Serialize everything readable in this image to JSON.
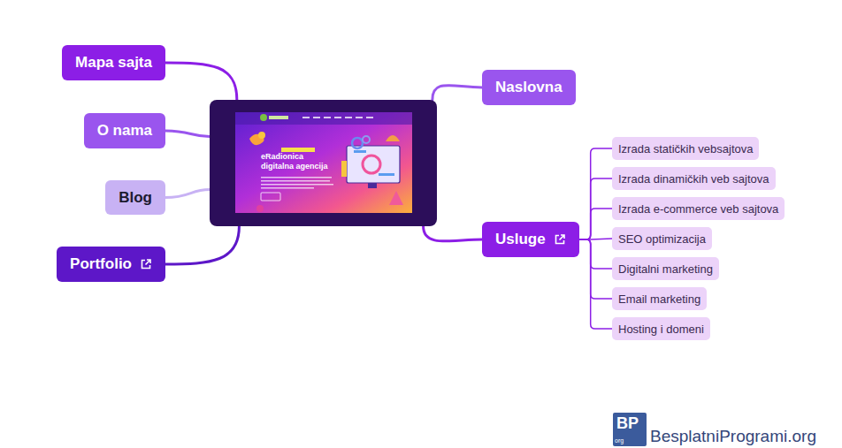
{
  "diagram": {
    "nodes": [
      {
        "text": [
          "eRadionica digitalna agencija"
        ]
      },
      {
        "text": [
          "Mapa sajta"
        ]
      },
      {
        "text": [
          "O nama"
        ]
      },
      {
        "text": [
          "Blog"
        ]
      },
      {
        "text": [
          "Portfolio"
        ]
      },
      {
        "text": [
          "Naslovna"
        ]
      },
      {
        "text": [
          "Usluge"
        ]
      },
      {
        "text": [
          "Izrada statičkih vebsajtova"
        ]
      },
      {
        "text": [
          "Izrada dinamičkih veb sajtova"
        ]
      },
      {
        "text": [
          "Izrada e-commerce veb sajtova"
        ]
      },
      {
        "text": [
          "SEO optimizacija"
        ]
      },
      {
        "text": [
          "Digitalni marketing"
        ]
      },
      {
        "text": [
          "Email marketing"
        ]
      },
      {
        "text": [
          "Hosting i domeni"
        ]
      }
    ],
    "edges": [
      {
        "from": 0,
        "to": 1,
        "arrow": "none"
      },
      {
        "from": 0,
        "to": 2,
        "arrow": "none"
      },
      {
        "from": 0,
        "to": 3,
        "arrow": "none"
      },
      {
        "from": 0,
        "to": 4,
        "arrow": "none"
      },
      {
        "from": 0,
        "to": 5,
        "arrow": "none"
      },
      {
        "from": 0,
        "to": 6,
        "arrow": "none"
      },
      {
        "from": 6,
        "to": 7,
        "arrow": "none"
      },
      {
        "from": 6,
        "to": 8,
        "arrow": "none"
      },
      {
        "from": 6,
        "to": 9,
        "arrow": "none"
      },
      {
        "from": 6,
        "to": 10,
        "arrow": "none"
      },
      {
        "from": 6,
        "to": 11,
        "arrow": "none"
      },
      {
        "from": 6,
        "to": 12,
        "arrow": "none"
      },
      {
        "from": 6,
        "to": 13,
        "arrow": "none"
      }
    ],
    "labels": [
      "BP",
      "org",
      "BesplatniProgrami.org"
    ]
  }
}
